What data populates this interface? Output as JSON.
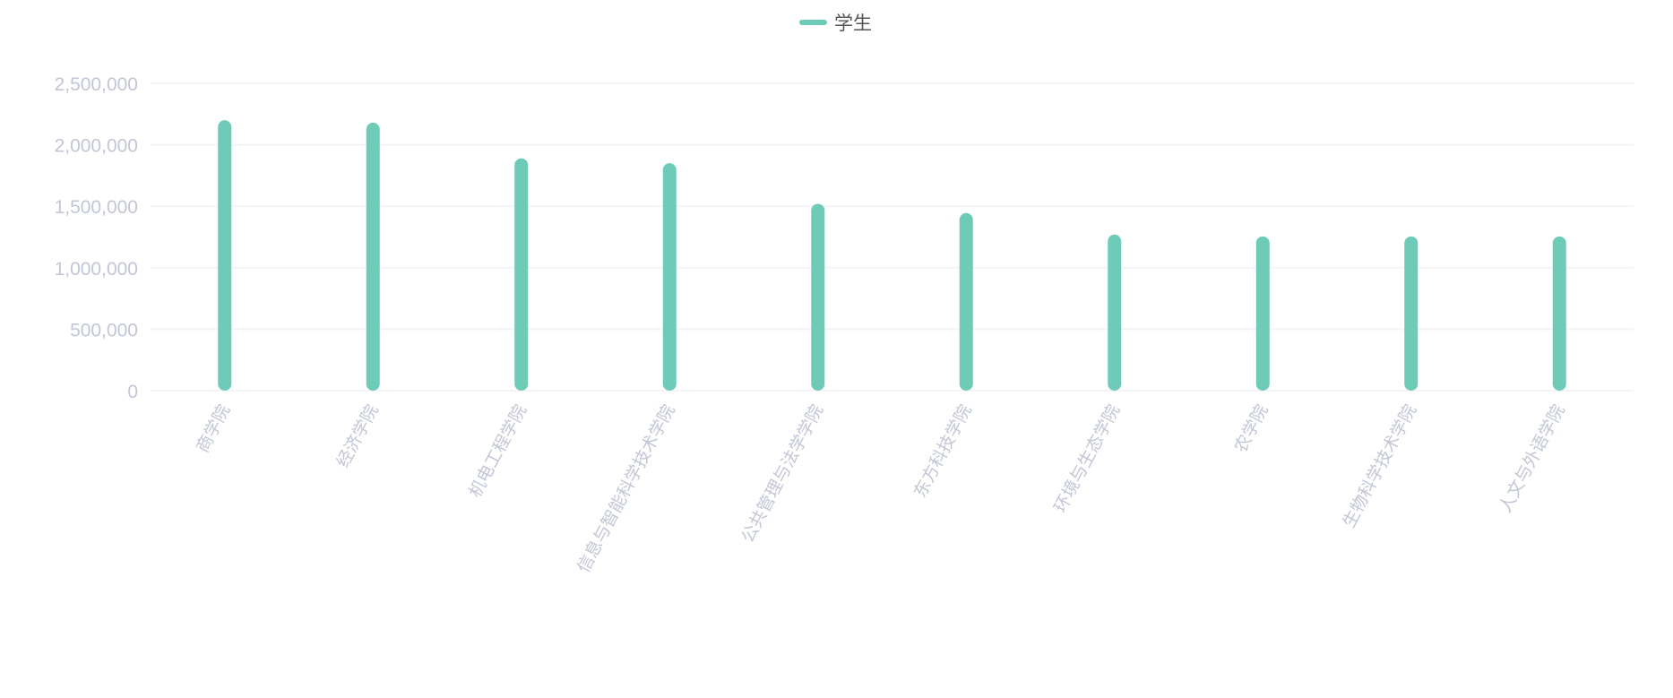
{
  "chart_data": {
    "type": "bar",
    "title": "",
    "xlabel": "",
    "ylabel": "",
    "legend": {
      "position": "top-center",
      "entries": [
        "学生"
      ]
    },
    "categories": [
      "商学院",
      "经济学院",
      "机电工程学院",
      "信息与智能科学技术学院",
      "公共管理与法学学院",
      "东方科技学院",
      "环境与生态学院",
      "农学院",
      "生物科学技术学院",
      "人文与外语学院"
    ],
    "series": [
      {
        "name": "学生",
        "color": "#6ecbb8",
        "values": [
          2200000,
          2180000,
          1890000,
          1850000,
          1520000,
          1445000,
          1270000,
          1255000,
          1255000,
          1255000
        ]
      }
    ],
    "ylim": [
      0,
      2500000
    ],
    "yticks": [
      0,
      500000,
      1000000,
      1500000,
      2000000,
      2500000
    ],
    "ytick_labels": [
      "0",
      "500,000",
      "1,000,000",
      "1,500,000",
      "2,000,000",
      "2,500,000"
    ],
    "grid": true
  }
}
